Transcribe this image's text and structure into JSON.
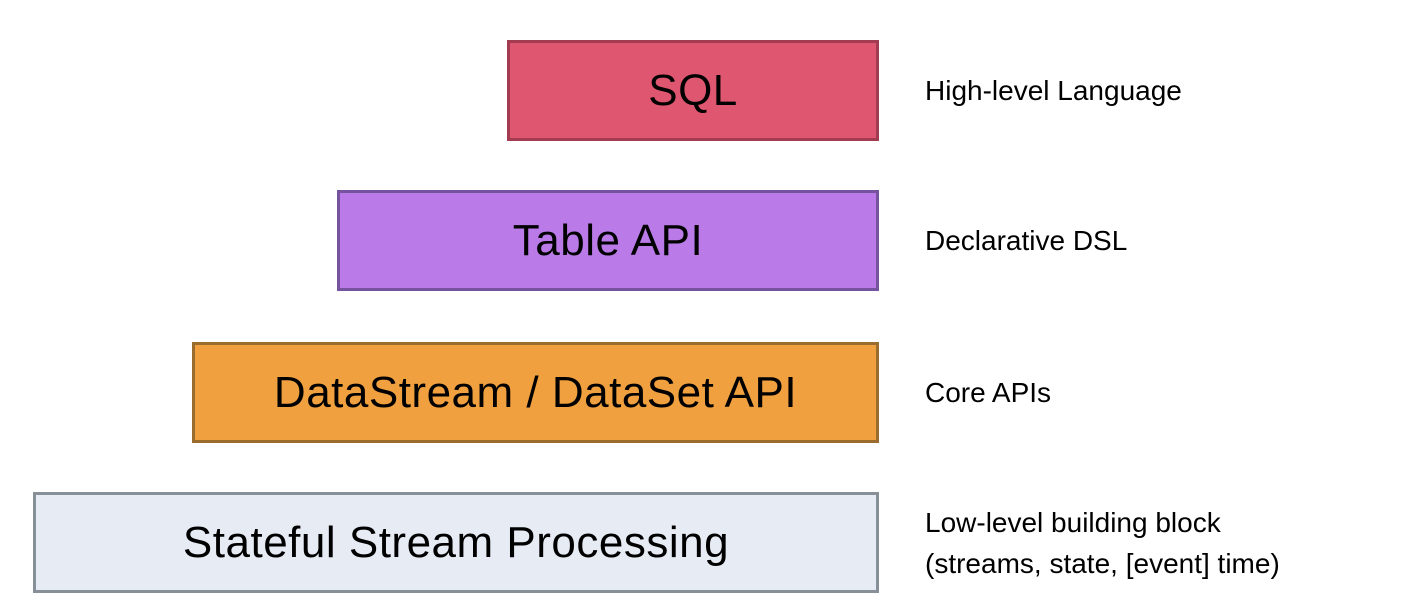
{
  "diagram": {
    "background": "#FFFFFF",
    "text_color": "#000000",
    "layers": [
      {
        "label": "SQL",
        "description": "High-level Language",
        "fill": "#DF5670",
        "border": "#A23C50"
      },
      {
        "label": "Table API",
        "description": "Declarative DSL",
        "fill": "#BA7BE8",
        "border": "#75539E"
      },
      {
        "label": "DataStream / DataSet API",
        "description": "Core APIs",
        "fill": "#F0A03E",
        "border": "#9A6D2E"
      },
      {
        "label": "Stateful Stream Processing",
        "description": "Low-level building block\n(streams, state, [event] time)",
        "fill": "#E6EBF4",
        "border": "#878F98"
      }
    ]
  }
}
